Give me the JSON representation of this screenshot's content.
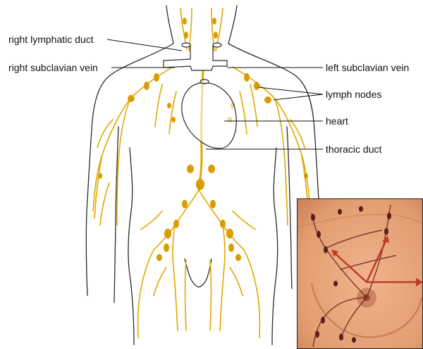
{
  "labels": {
    "right_lymphatic_duct": "right lymphatic duct",
    "right_subclavian_vein": "right subclavian vein",
    "left_subclavian_vein": "left subclavian vein",
    "lymph_nodes": "lymph nodes",
    "heart": "heart",
    "thoracic_duct": "thoracic duct"
  },
  "colors": {
    "lymph": "#e0a800",
    "node": "#d99c00",
    "outline": "#2a2a2a",
    "skin": "#e8a37a",
    "inset_vessel": "#6b2a22",
    "inset_arrow": "#c0392b"
  }
}
